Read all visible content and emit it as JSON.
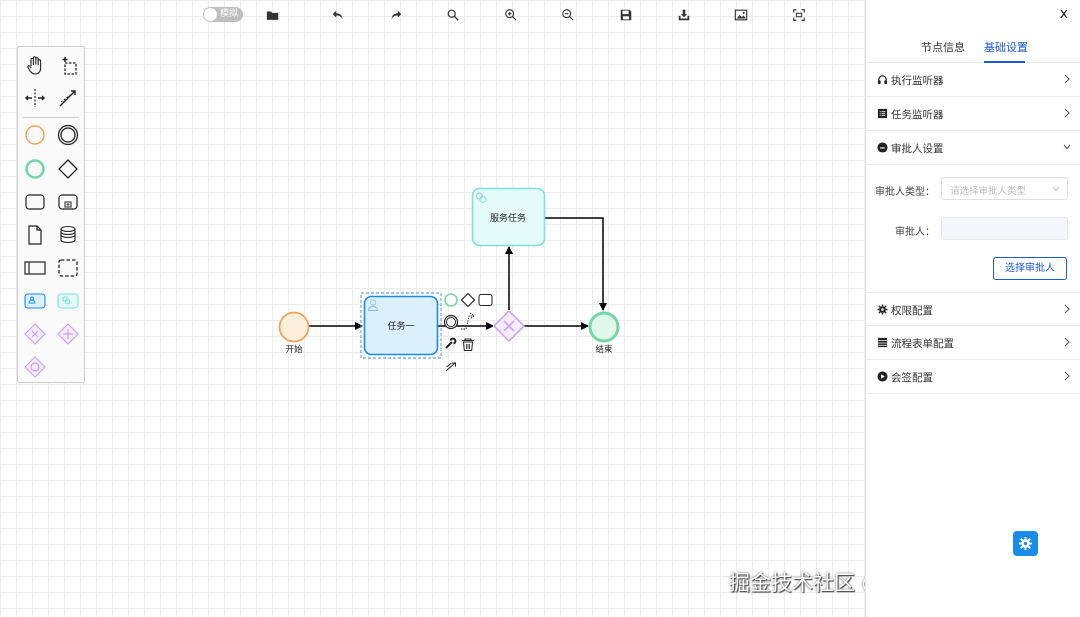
{
  "toolbar": {
    "simulate_label": "模拟",
    "buttons": [
      "open-folder-icon",
      "undo-icon",
      "redo-icon",
      "search-icon",
      "zoom-in-icon",
      "zoom-out-icon",
      "save-icon",
      "download-icon",
      "image-icon",
      "fit-view-icon"
    ]
  },
  "palette": {
    "tools": [
      "hand-tool-icon",
      "lasso-tool-icon",
      "space-tool-icon",
      "global-connect-icon"
    ],
    "elements": [
      "start-event-icon",
      "intermediate-event-icon",
      "end-event-icon",
      "gateway-icon",
      "task-icon",
      "subprocess-icon",
      "data-object-icon",
      "data-store-icon",
      "pool-icon",
      "group-icon",
      "user-task-icon",
      "service-task-icon",
      "exclusive-gateway-icon",
      "parallel-gateway-icon",
      "inclusive-gateway-icon"
    ]
  },
  "diagram": {
    "start_label": "开始",
    "task1_label": "任务一",
    "service_task_label": "服务任务",
    "end_label": "结束"
  },
  "panel": {
    "close_label": "x",
    "tabs": [
      {
        "label": "节点信息"
      },
      {
        "label": "基础设置"
      }
    ],
    "active_tab": "基础设置",
    "sections": [
      {
        "label": "执行监听器",
        "icon": "headphones-icon",
        "expanded": false
      },
      {
        "label": "任务监听器",
        "icon": "list-icon",
        "expanded": false
      },
      {
        "label": "审批人设置",
        "icon": "user-circle-icon",
        "expanded": true
      },
      {
        "label": "权限配置",
        "icon": "gear-icon",
        "expanded": false
      },
      {
        "label": "流程表单配置",
        "icon": "table-icon",
        "expanded": false
      },
      {
        "label": "会签配置",
        "icon": "play-circle-icon",
        "expanded": false
      }
    ],
    "approver_type_label": "审批人类型：",
    "approver_type_placeholder": "请选择审批人类型",
    "approver_label": "审批人：",
    "approver_value": "",
    "pick_button": "选择审批人"
  },
  "watermark": "掘金技术社区 @ boleixiongdi",
  "colors": {
    "accent": "#1e5bd6",
    "start_event": "#f4a259",
    "end_event": "#74d6a8",
    "user_task_fill": "#dbeffd",
    "user_task_stroke": "#1a8ce8",
    "service_task_fill": "#e4fbfa",
    "service_task_stroke": "#7fe0d9",
    "gateway": "#c7a0f2"
  }
}
